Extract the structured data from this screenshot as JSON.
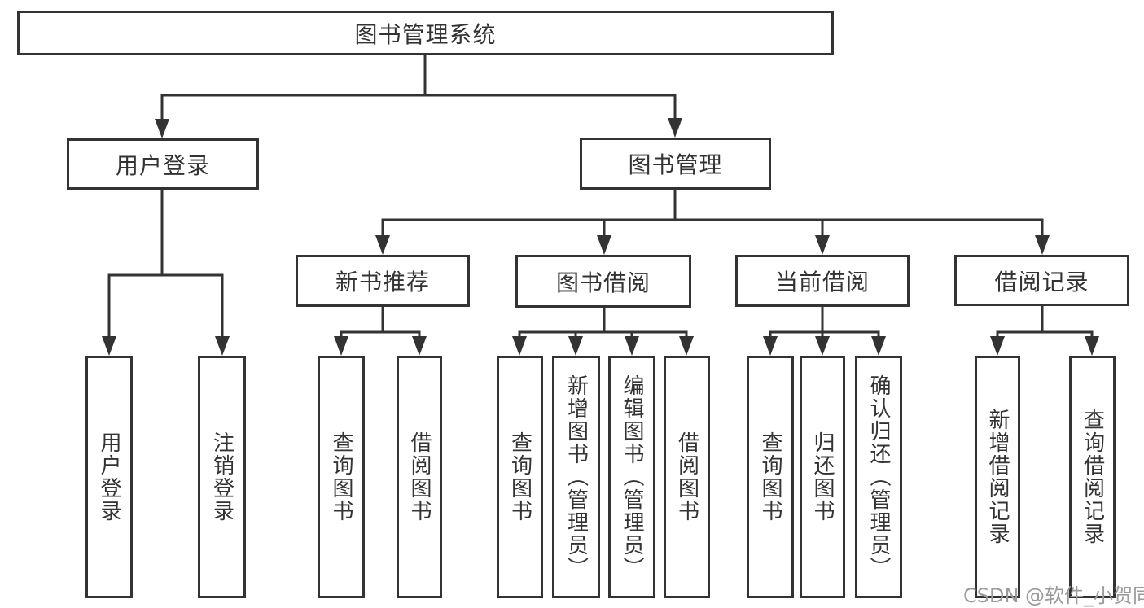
{
  "tree": {
    "root": {
      "label": "图书管理系统"
    },
    "children": [
      {
        "label": "用户登录",
        "children": [
          {
            "label": "用户登录"
          },
          {
            "label": "注销登录"
          }
        ]
      },
      {
        "label": "图书管理",
        "children": [
          {
            "label": "新书推荐",
            "children": [
              {
                "label": "查询图书"
              },
              {
                "label": "借阅图书"
              }
            ]
          },
          {
            "label": "图书借阅",
            "children": [
              {
                "label": "查询图书"
              },
              {
                "label": "新增图书（管理员）"
              },
              {
                "label": "编辑图书（管理员）"
              },
              {
                "label": "借阅图书"
              }
            ]
          },
          {
            "label": "当前借阅",
            "children": [
              {
                "label": "查询图书"
              },
              {
                "label": "归还图书"
              },
              {
                "label": "确认归还（管理员）"
              }
            ]
          },
          {
            "label": "借阅记录",
            "children": [
              {
                "label": "新增借阅记录"
              },
              {
                "label": "查询借阅记录"
              }
            ]
          }
        ]
      }
    ]
  },
  "watermark": {
    "text": "CSDN @软件_小贺同学"
  },
  "colors": {
    "line": "#333333",
    "text": "#333333",
    "background": "#ffffff",
    "watermark": "#9b9b9b"
  }
}
